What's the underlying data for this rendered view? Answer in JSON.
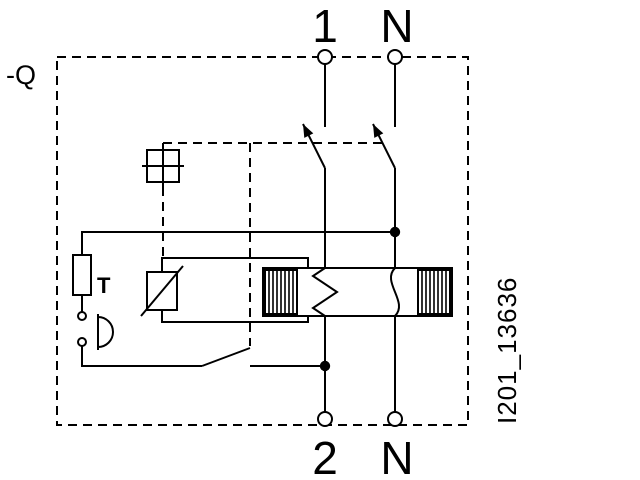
{
  "diagram": {
    "type": "electrical-schematic",
    "device_label": "-Q",
    "reference_number": "I201_13636",
    "terminals": {
      "top_left": "1",
      "top_right": "N",
      "bottom_left": "2",
      "bottom_right": "N"
    },
    "test_button_label": "T",
    "colors": {
      "line": "#000000",
      "background": "#ffffff"
    },
    "components": [
      "dashed-device-enclosure",
      "two-pole-main-contacts",
      "mechanical-coupling-dashed-link",
      "manual-actuator-square-cross",
      "trip-relay",
      "current-transformer-core",
      "primary-winding-zigzag",
      "primary-winding-s-loop",
      "test-resistor",
      "test-pushbutton",
      "test-contact",
      "junction-dots",
      "terminal-circles"
    ]
  }
}
